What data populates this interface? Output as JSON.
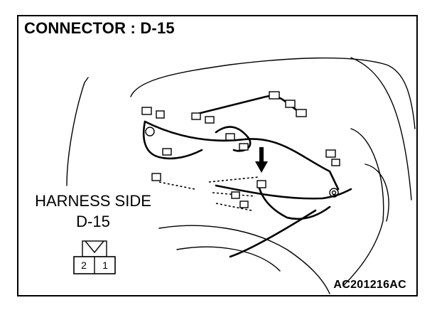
{
  "title": "CONNECTOR : D-15",
  "harness": {
    "line1": "HARNESS SIDE",
    "line2": "D-15"
  },
  "connector_pins": [
    "2",
    "1"
  ],
  "figure_code": "AC201216AC"
}
